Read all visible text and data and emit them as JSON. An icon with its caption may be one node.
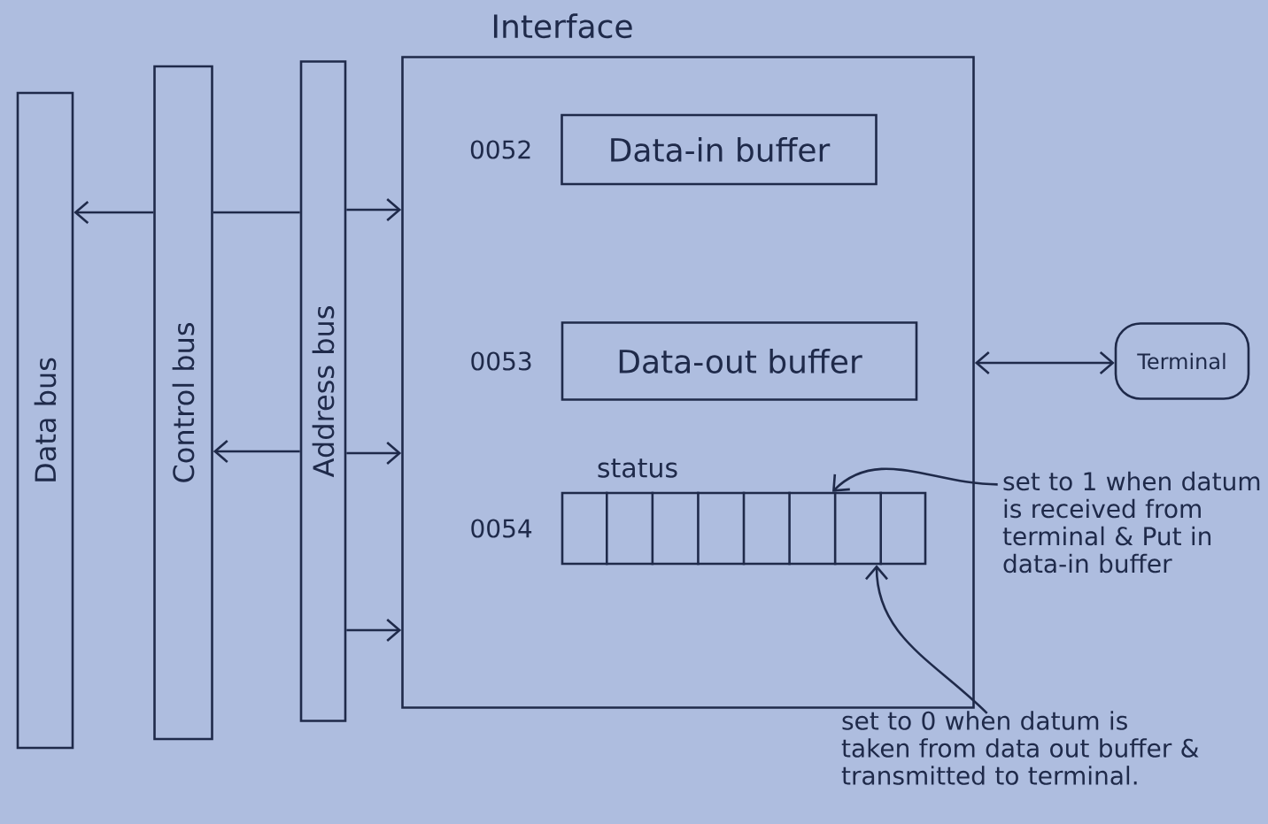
{
  "diagram": {
    "nodes": [
      {
        "text": [
          "Data bus"
        ]
      },
      {
        "text": [
          "Control bus"
        ]
      },
      {
        "text": [
          "Address bus"
        ]
      },
      {
        "text": [
          "Interface"
        ]
      },
      {
        "text": [
          "Data-in buffer"
        ],
        "in": 3,
        "beside": [
          "0052"
        ]
      },
      {
        "text": [
          "Data-out buffer"
        ],
        "in": 3,
        "beside": [
          "0053"
        ]
      },
      {
        "text": [
          "status"
        ],
        "in": 3,
        "beside": [
          "0054"
        ]
      },
      {
        "text": [
          "Terminal"
        ]
      },
      {
        "text": [
          "set to 1 when datum is received from terminal & Put in data-in buffer"
        ]
      },
      {
        "text": [
          "set to 0 when datum is taken from data out buffer & transmitted to terminal."
        ]
      }
    ],
    "edges": [
      {
        "from": 1,
        "to": 0,
        "arrow": "to"
      },
      {
        "from": 1,
        "to": 2,
        "arrow": "none"
      },
      {
        "from": 2,
        "to": 3,
        "arrow": "to"
      },
      {
        "from": 2,
        "to": 1,
        "arrow": "to"
      },
      {
        "from": 2,
        "to": 3,
        "arrow": "to"
      },
      {
        "from": 2,
        "to": 3,
        "arrow": "to"
      },
      {
        "from": 3,
        "to": 7,
        "arrow": "both"
      },
      {
        "from": 8,
        "to": 6,
        "arrow": "to"
      },
      {
        "from": 9,
        "to": 6,
        "arrow": "to"
      }
    ]
  }
}
